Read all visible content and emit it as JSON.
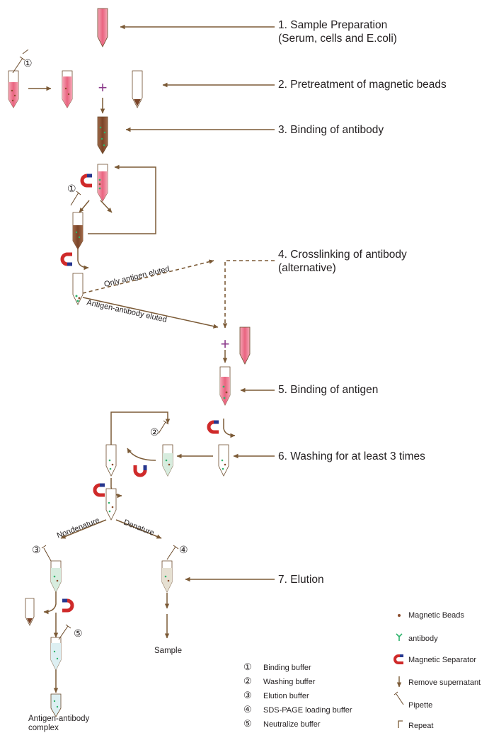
{
  "steps": {
    "s1": "1. Sample Preparation",
    "s1_sub": "(Serum, cells and E.coli)",
    "s2": "2. Pretreatment of magnetic beads",
    "s3": "3. Binding of antibody",
    "s4": "4. Crosslinking of antibody",
    "s4_sub": "(alternative)",
    "s5": "5. Binding of antigen",
    "s6": "6. Washing for at least 3 times",
    "s7": "7. Elution"
  },
  "paths": {
    "only_antigen": "Only antigen eluted",
    "antigen_antibody": "Antigen-antibody eluted",
    "nondenature": "Nondenature",
    "denature": "Denature"
  },
  "outputs": {
    "sample": "Sample",
    "complex_line1": "Antigen-antibody",
    "complex_line2": "complex"
  },
  "markers": {
    "m1": "①",
    "m2": "②",
    "m3": "③",
    "m4": "④",
    "m5": "⑤",
    "plus": "+"
  },
  "buffers": [
    {
      "num": "①",
      "label": "Binding buffer"
    },
    {
      "num": "②",
      "label": "Washing buffer"
    },
    {
      "num": "③",
      "label": "Elution buffer"
    },
    {
      "num": "④",
      "label": "SDS-PAGE loading buffer"
    },
    {
      "num": "⑤",
      "label": "Neutralize buffer"
    }
  ],
  "legend": [
    {
      "icon": "magnetic-bead-icon",
      "label": "Magnetic Beads"
    },
    {
      "icon": "antibody-icon",
      "label": "antibody"
    },
    {
      "icon": "magnet-icon",
      "label": "Magnetic Separator"
    },
    {
      "icon": "down-arrow-icon",
      "label": "Remove supernatant"
    },
    {
      "icon": "pipette-icon",
      "label": "Pipette"
    },
    {
      "icon": "repeat-icon",
      "label": "Repeat"
    }
  ],
  "colors": {
    "arrow": "#7b5a36",
    "sample_pink": "#e9637f",
    "bead_brown": "#8a4b2a",
    "antibody_green": "#2fb36c",
    "magnet_red": "#cf2a2a",
    "magnet_blue": "#27368e",
    "plus_purple": "#8b3a8b",
    "tube_outline": "#6b4a2a"
  }
}
